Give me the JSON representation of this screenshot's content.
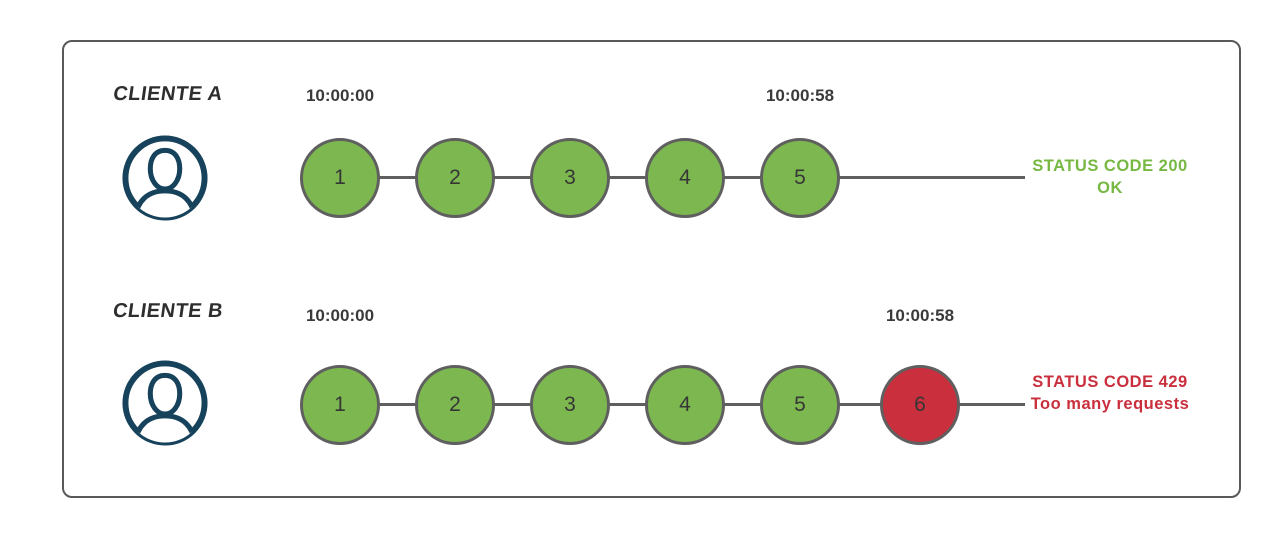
{
  "diagram": {
    "topic": "rate-limiting-clients",
    "colors": {
      "request_ok": "#7cb84f",
      "request_blocked": "#c92f3c",
      "node_border": "#5f5f5f",
      "timeline_line": "#5f5f5f",
      "frame_border": "#58595b",
      "avatar_navy": "#16425b",
      "status_ok_text": "#77b843",
      "status_error_text": "#c92f3c",
      "timestamp_text": "#3a3a3a"
    },
    "rows": [
      {
        "label": "CLIENTE A",
        "start_time": "10:00:00",
        "end_time": "10:00:58",
        "requests": [
          {
            "n": "1",
            "state": "allowed"
          },
          {
            "n": "2",
            "state": "allowed"
          },
          {
            "n": "3",
            "state": "allowed"
          },
          {
            "n": "4",
            "state": "allowed"
          },
          {
            "n": "5",
            "state": "allowed"
          }
        ],
        "status": {
          "line1": "STATUS CODE 200",
          "line2": "OK"
        }
      },
      {
        "label": "CLIENTE B",
        "start_time": "10:00:00",
        "end_time": "10:00:58",
        "requests": [
          {
            "n": "1",
            "state": "allowed"
          },
          {
            "n": "2",
            "state": "allowed"
          },
          {
            "n": "3",
            "state": "allowed"
          },
          {
            "n": "4",
            "state": "allowed"
          },
          {
            "n": "5",
            "state": "allowed"
          },
          {
            "n": "6",
            "state": "blocked"
          }
        ],
        "status": {
          "line1": "STATUS CODE 429",
          "line2": "Too many requests"
        }
      }
    ]
  }
}
